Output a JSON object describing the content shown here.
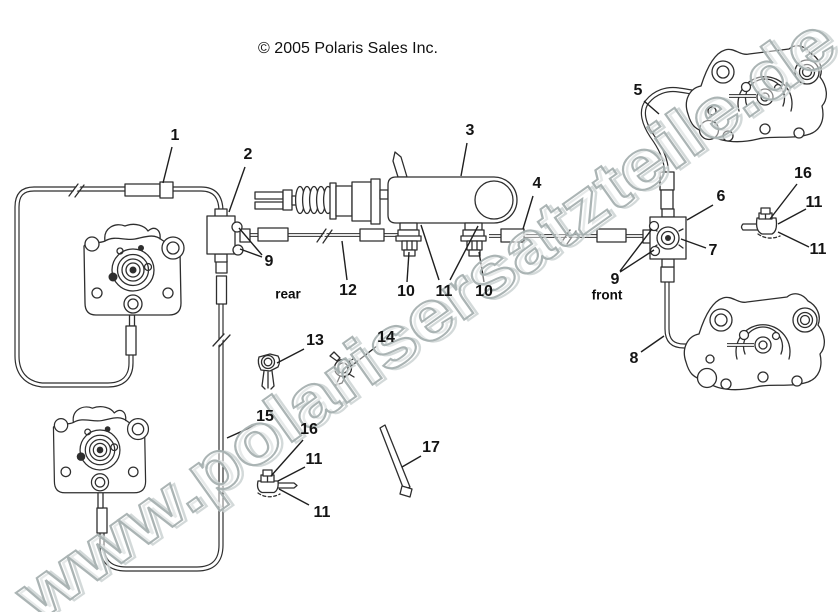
{
  "copyright": "© 2005 Polaris Sales Inc.",
  "watermark": {
    "text": "www.polarisersatzteile.de"
  },
  "region_labels": {
    "rear": "rear",
    "front": "front"
  },
  "callouts": {
    "1": "1",
    "2": "2",
    "3": "3",
    "4": "4",
    "5": "5",
    "6": "6",
    "7": "7",
    "8": "8",
    "9": "9",
    "10": "10",
    "11": "11",
    "12": "12",
    "13": "13",
    "14": "14",
    "15": "15",
    "16": "16",
    "17": "17"
  },
  "colors": {
    "background": "#ffffff",
    "line_art": "#2e2e2e",
    "callout_text": "#141414",
    "watermark_stroke": "#a7b1b1",
    "watermark_shadow": "#ccd3d3"
  }
}
